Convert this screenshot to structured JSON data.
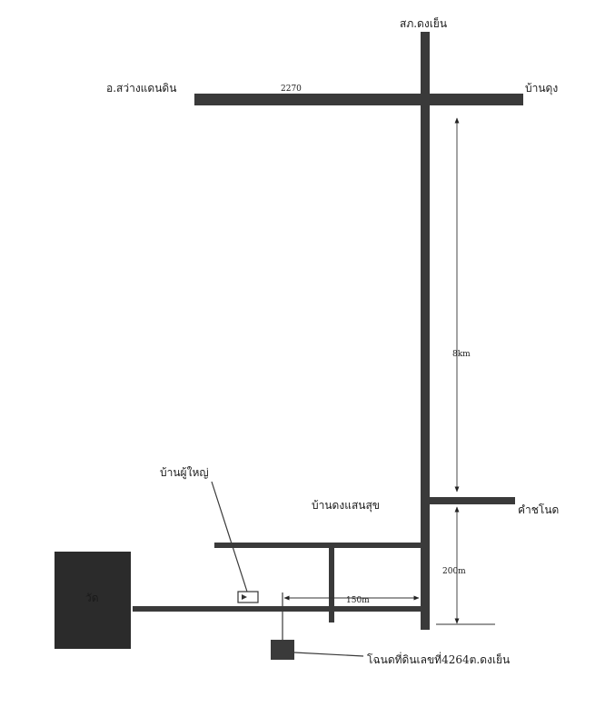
{
  "map": {
    "labels": {
      "police_station": "สภ.ดงเย็น",
      "district": "อ.สว่างแดนดิน",
      "road_number": "2270",
      "ban_dung": "บ้านดุง",
      "tambon_kham_bo": "คำชโนด",
      "ban_dong_saensuk": "บ้านดงแสนสุข",
      "village_head_house": "บ้านผู้ใหญ่",
      "temple": "วัด",
      "land_deed": "โฉนดที่ดินเลขที่4264ต.ดงเย็น"
    },
    "distances": {
      "main_road_to_junction": "8km",
      "junction_to_lane": "200m",
      "lane_to_plot": "150m"
    },
    "colors": {
      "road": "#3a3a3a",
      "temple": "#2b2b2b",
      "plot": "#3a3a3a"
    }
  }
}
